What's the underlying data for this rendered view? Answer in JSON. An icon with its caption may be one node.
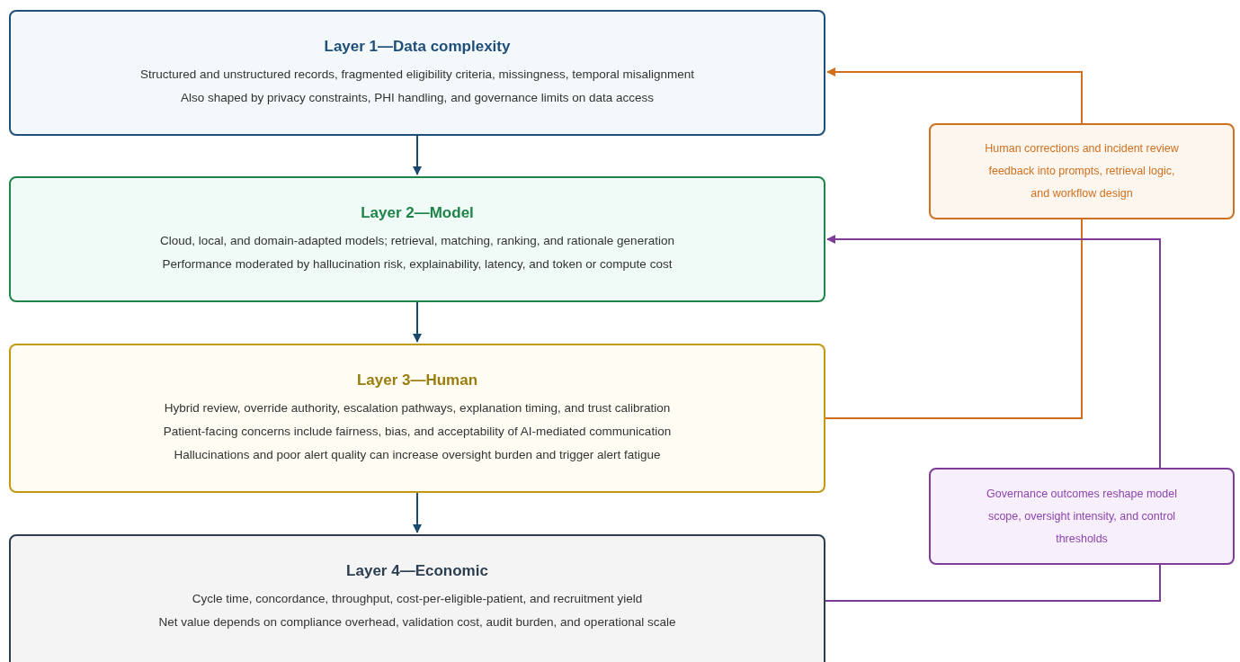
{
  "diagram": {
    "nodes": [
      {
        "text": [
          "Layer 1—Data complexity",
          "Structured and unstructured records, fragmented eligibility criteria, missingness, temporal misalignment",
          "Also shaped by privacy constraints, PHI handling, and governance limits on data access"
        ]
      },
      {
        "text": [
          "Layer 2—Model",
          "Cloud, local, and domain-adapted models; retrieval, matching, ranking, and rationale generation",
          "Performance moderated by hallucination risk, explainability, latency, and token or compute cost"
        ]
      },
      {
        "text": [
          "Layer 3—Human",
          "Hybrid review, override authority, escalation pathways, explanation timing, and trust calibration",
          "Patient-facing concerns include fairness, bias, and acceptability of AI-mediated communication",
          "Hallucinations and poor alert quality can increase oversight burden and trigger alert fatigue"
        ]
      },
      {
        "text": [
          "Layer 4—Economic",
          "Cycle time, concordance, throughput, cost-per-eligible-patient, and recruitment yield",
          "Net value depends on compliance overhead, validation cost, audit burden, and operational scale"
        ]
      },
      {
        "text": [
          "Human corrections and incident review feedback into prompts, retrieval logic, and workflow design"
        ]
      },
      {
        "text": [
          "Governance outcomes reshape model scope, oversight intensity, and control thresholds"
        ]
      }
    ],
    "edges": [
      {
        "from": 0,
        "to": 1,
        "arrow": "to"
      },
      {
        "from": 1,
        "to": 2,
        "arrow": "to"
      },
      {
        "from": 2,
        "to": 3,
        "arrow": "to"
      },
      {
        "from": 2,
        "to": 4,
        "arrow": "none",
        "color": "#d0701f"
      },
      {
        "from": 4,
        "to": 0,
        "arrow": "to",
        "color": "#d0701f"
      },
      {
        "from": 3,
        "to": 5,
        "arrow": "none",
        "color": "#7d3c98"
      },
      {
        "from": 5,
        "to": 1,
        "arrow": "to",
        "color": "#7d3c98"
      }
    ]
  }
}
